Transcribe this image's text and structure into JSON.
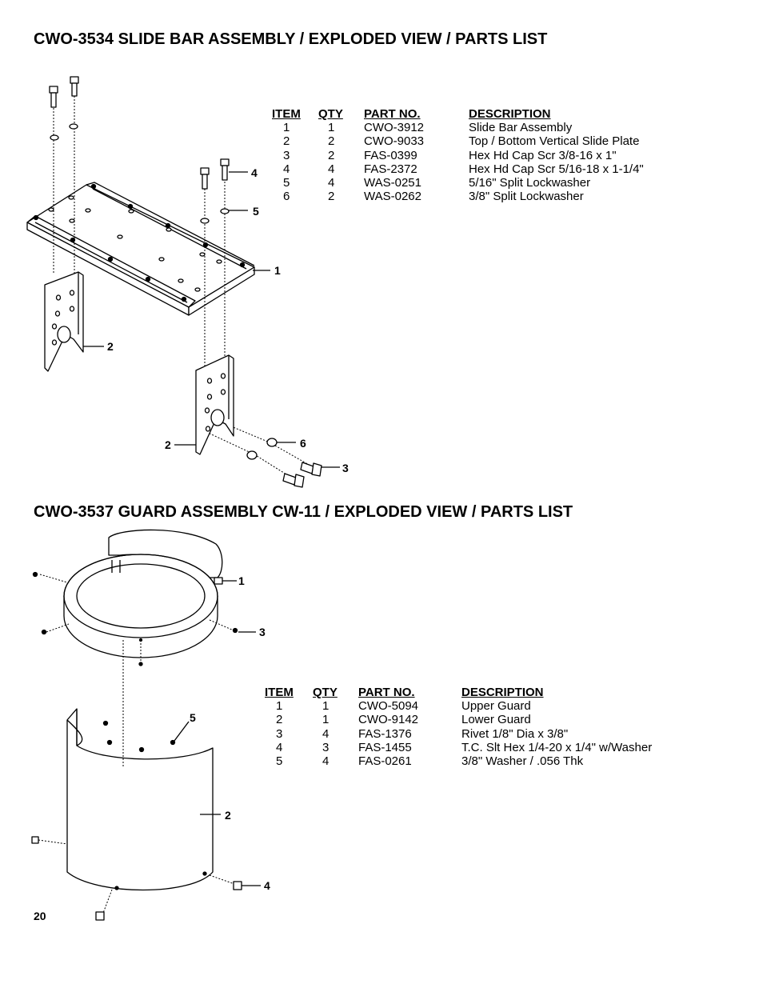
{
  "section1": {
    "title": "CWO-3534 SLIDE BAR ASSEMBLY / EXPLODED VIEW / PARTS LIST",
    "headers": {
      "item": "ITEM",
      "qty": "QTY",
      "part": "PART NO.",
      "desc": "DESCRIPTION"
    },
    "rows": [
      {
        "item": "1",
        "qty": "1",
        "part": "CWO-3912",
        "desc": "Slide Bar Assembly"
      },
      {
        "item": "2",
        "qty": "2",
        "part": "CWO-9033",
        "desc": "Top / Bottom Vertical Slide Plate"
      },
      {
        "item": "3",
        "qty": "2",
        "part": "FAS-0399",
        "desc": "Hex Hd Cap Scr 3/8-16 x 1\""
      },
      {
        "item": "4",
        "qty": "4",
        "part": "FAS-2372",
        "desc": "Hex Hd Cap Scr 5/16-18 x 1-1/4\""
      },
      {
        "item": "5",
        "qty": "4",
        "part": "WAS-0251",
        "desc": "5/16\" Split Lockwasher"
      },
      {
        "item": "6",
        "qty": "2",
        "part": "WAS-0262",
        "desc": "3/8\" Split Lockwasher"
      }
    ],
    "callouts": {
      "c1": "1",
      "c2a": "2",
      "c2b": "2",
      "c3": "3",
      "c4": "4",
      "c5": "5",
      "c6": "6"
    }
  },
  "section2": {
    "title": "CWO-3537 GUARD ASSEMBLY CW-11 / EXPLODED VIEW / PARTS LIST",
    "headers": {
      "item": "ITEM",
      "qty": "QTY",
      "part": "PART NO.",
      "desc": "DESCRIPTION"
    },
    "rows": [
      {
        "item": "1",
        "qty": "1",
        "part": "CWO-5094",
        "desc": "Upper Guard"
      },
      {
        "item": "2",
        "qty": "1",
        "part": "CWO-9142",
        "desc": "Lower Guard"
      },
      {
        "item": "3",
        "qty": "4",
        "part": "FAS-1376",
        "desc": "Rivet 1/8\" Dia x 3/8\""
      },
      {
        "item": "4",
        "qty": "3",
        "part": "FAS-1455",
        "desc": "T.C. Slt Hex 1/4-20 x 1/4\" w/Washer"
      },
      {
        "item": "5",
        "qty": "4",
        "part": "FAS-0261",
        "desc": "3/8\" Washer  / .056 Thk"
      }
    ],
    "callouts": {
      "c1": "1",
      "c2": "2",
      "c3": "3",
      "c4": "4",
      "c5": "5"
    }
  },
  "page_number": "20"
}
